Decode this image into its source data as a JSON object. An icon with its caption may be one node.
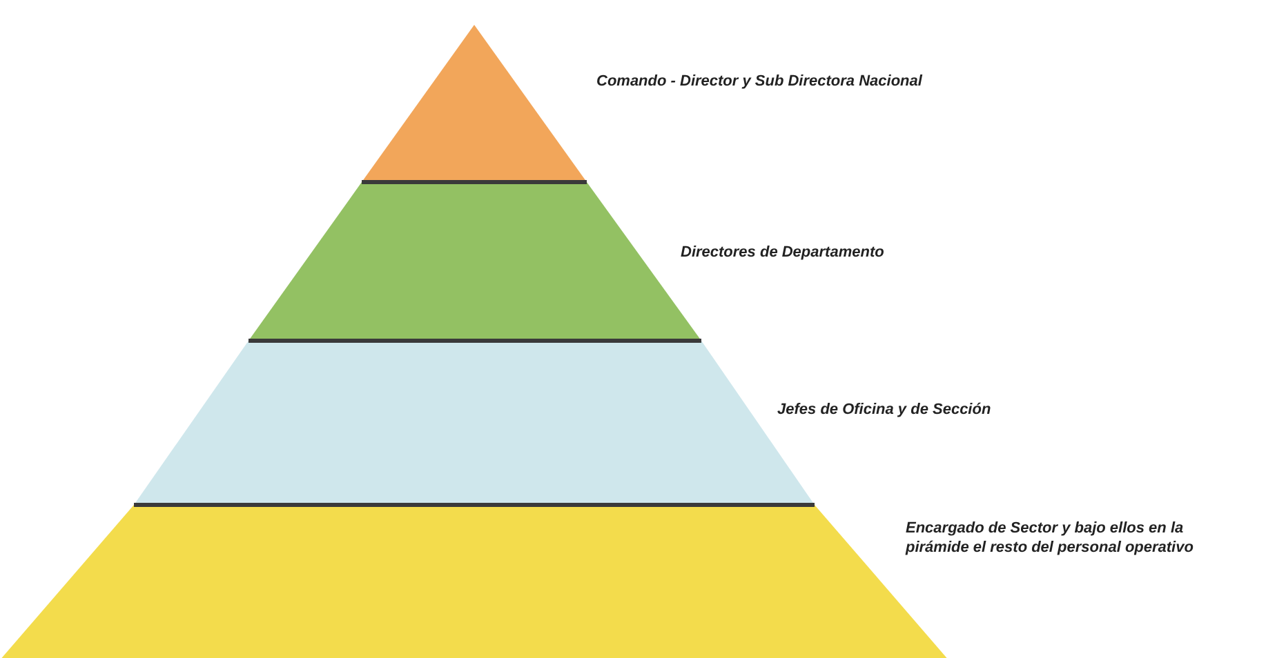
{
  "diagram": {
    "nodes": [
      {
        "text": [],
        "shape": "triangle",
        "beside": [
          "Comando - Director y Sub Directora Nacional"
        ]
      },
      {
        "text": [],
        "shape": "band",
        "beside": [
          "Directores de Departamento"
        ]
      },
      {
        "text": [],
        "shape": "band",
        "beside": [
          "Jefes de Oficina y de Sección"
        ]
      },
      {
        "text": [],
        "shape": "band",
        "beside": [
          "Encargado de Sector y bajo ellos en la pirámide el resto del personal operativo"
        ]
      }
    ]
  }
}
